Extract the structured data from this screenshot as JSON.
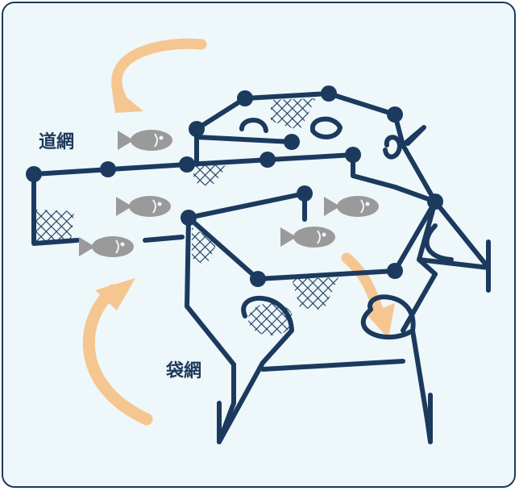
{
  "labels": {
    "michiami": "道網",
    "fukuroami": "袋網"
  },
  "colors": {
    "net_line": "#1b3a5e",
    "fish": "#9a9a9a",
    "arrow": "#f6c690",
    "background": "#eef7f9",
    "border": "#1e3a5c"
  },
  "icons": {
    "fish": "fish-icon",
    "arrow": "flow-arrow",
    "mesh": "net-mesh"
  }
}
